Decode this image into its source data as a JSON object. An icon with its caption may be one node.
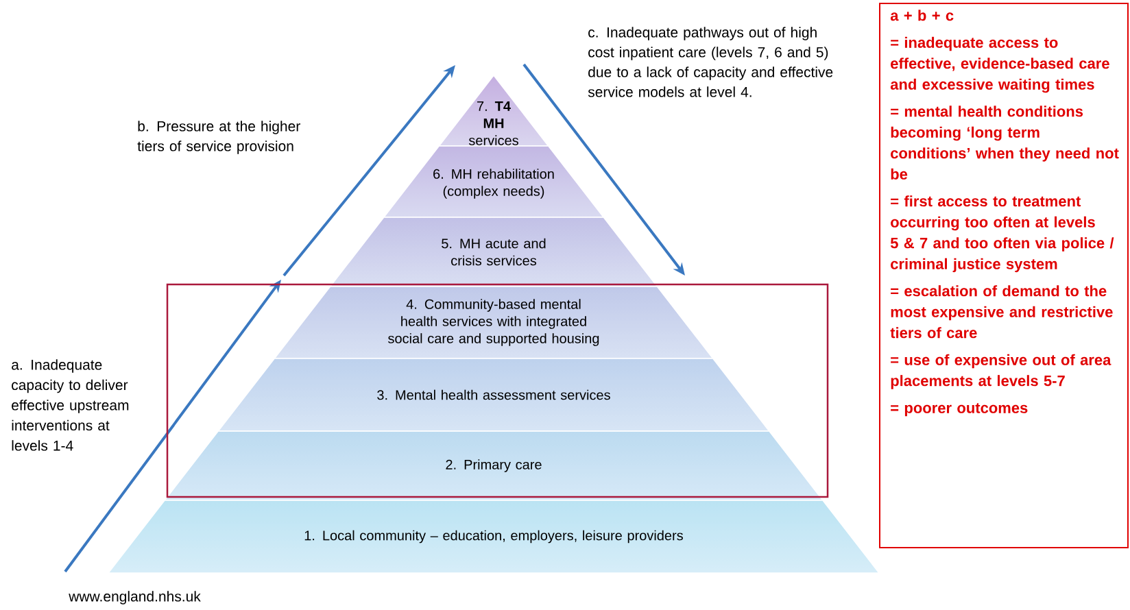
{
  "diagram": {
    "nodes": [
      {
        "text": [
          "7. **T4 MH** services"
        ]
      },
      {
        "text": [
          "6. MH rehabilitation (complex needs)"
        ]
      },
      {
        "text": [
          "5. MH acute and crisis services"
        ]
      },
      {
        "text": [
          "4. Community-based mental health services with integrated social care and supported housing"
        ]
      },
      {
        "text": [
          "3. Mental health assessment services"
        ]
      },
      {
        "text": [
          "2. Primary care"
        ]
      },
      {
        "text": [
          "1. Local community – education, employers, leisure providers"
        ]
      },
      {
        "text": [
          "a + b + c",
          "= inadequate access to effective, evidence-based care and excessive waiting times",
          "= mental health conditions becoming ‘long term conditions’ when they need not be",
          "= first access to treatment occurring too often at levels 5 & 7 and too often via police / criminal justice system",
          "= escalation of demand to the most expensive and restrictive tiers of care",
          "= use of expensive out of area placements at levels 5-7",
          "= poorer outcomes"
        ]
      }
    ],
    "labels": [
      "c. Inadequate pathways out of high cost inpatient care (levels 7, 6 and 5) due to a lack of capacity and effective service models at level 4.",
      "b. Pressure at the higher tiers of service provision",
      "a. Inadequate capacity to deliver effective upstream interventions at levels 1-4",
      "www.england.nhs.uk"
    ]
  }
}
